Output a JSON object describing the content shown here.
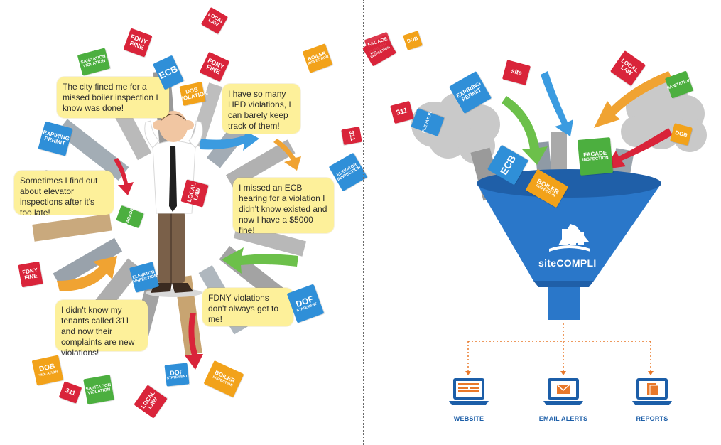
{
  "left_panel": {
    "bubbles": [
      {
        "id": "boiler",
        "text": "The city fined me for a missed boiler inspection I know was done!"
      },
      {
        "id": "hpd",
        "text": "I have so many HPD violations, I can barely keep track of them!"
      },
      {
        "id": "elevator",
        "text": "Sometimes I find out about elevator inspections after it's too late!"
      },
      {
        "id": "ecb",
        "text": "I missed an ECB hearing for a violation I didn't know existed and now I have a $5000 fine!"
      },
      {
        "id": "fdny",
        "text": "FDNY violations don't always get to me!"
      },
      {
        "id": "tenants",
        "text": "I didn't know my tenants called 311 and now their complaints are new violations!"
      }
    ],
    "tags": [
      {
        "id": "sanitation-1",
        "line1": "SANITATION",
        "line2": "VIOLATION",
        "color": "#4caf3f"
      },
      {
        "id": "fdny-fine-1",
        "line1": "FDNY",
        "line2": "FINE",
        "color": "#d9243a"
      },
      {
        "id": "ecb-1",
        "line1": "ECB",
        "line2": "",
        "color": "#2f8fd8"
      },
      {
        "id": "fdny-fine-2",
        "line1": "FDNY",
        "line2": "FINE",
        "color": "#d9243a"
      },
      {
        "id": "local-law-1",
        "line1": "LOCAL",
        "line2": "LAW",
        "color": "#d9243a"
      },
      {
        "id": "dob-1",
        "line1": "DOB",
        "line2": "VIOLATION",
        "color": "#f2a21a"
      },
      {
        "id": "expiring-permit-1",
        "line1": "EXPIRING",
        "line2": "PERMIT",
        "color": "#2f8fd8"
      },
      {
        "id": "facade-1",
        "line1": "FACADE",
        "line2": "",
        "color": "#4caf3f"
      },
      {
        "id": "local-law-2",
        "line1": "LOCAL",
        "line2": "LAW",
        "color": "#d9243a"
      },
      {
        "id": "elevator-1",
        "line1": "ELEVATOR",
        "line2": "INSPECTION",
        "color": "#2f8fd8"
      },
      {
        "id": "fdny-fine-3",
        "line1": "FDNY",
        "line2": "FINE",
        "color": "#d9243a"
      },
      {
        "id": "dof-1",
        "line1": "DOF",
        "line2": "STATEMENT",
        "color": "#2f8fd8"
      },
      {
        "id": "boiler-1",
        "line1": "BOILER",
        "line2": "INSPECTION",
        "color": "#f2a21a"
      },
      {
        "id": "dob-2",
        "line1": "DOB",
        "line2": "VIOLATION",
        "color": "#f2a21a"
      },
      {
        "id": "sanitation-2",
        "line1": "SANITATION",
        "line2": "VIOLATION",
        "color": "#4caf3f"
      },
      {
        "id": "local-law-3",
        "line1": "LOCAL",
        "line2": "LAW",
        "color": "#d9243a"
      },
      {
        "id": "dof-2",
        "line1": "DOF",
        "line2": "STATEMENT",
        "color": "#2f8fd8"
      },
      {
        "id": "t311-1",
        "line1": "311",
        "line2": "",
        "color": "#d9243a"
      },
      {
        "id": "t311-2",
        "line1": "311",
        "line2": "",
        "color": "#d9243a"
      },
      {
        "id": "elevator-2",
        "line1": "ELEVATOR",
        "line2": "INSPECTION",
        "color": "#2f8fd8"
      },
      {
        "id": "boiler-2",
        "line1": "BOILER",
        "line2": "INSPECTION",
        "color": "#f2a21a"
      }
    ]
  },
  "right_panel": {
    "tags": [
      {
        "id": "r-boiler-1",
        "line1": "BOILER",
        "line2": "INSPECTION",
        "color": "#d9243a"
      },
      {
        "id": "r-facade-1",
        "line1": "FACADE",
        "line2": "",
        "color": "#d9243a"
      },
      {
        "id": "r-dob-1",
        "line1": "DOB",
        "line2": "",
        "color": "#f2a21a"
      },
      {
        "id": "r-expiring",
        "line1": "EXPIRING",
        "line2": "PERMIT",
        "color": "#2f8fd8"
      },
      {
        "id": "r-311",
        "line1": "311",
        "line2": "",
        "color": "#d9243a"
      },
      {
        "id": "r-elevator",
        "line1": "ELEVATOR",
        "line2": "",
        "color": "#2f8fd8"
      },
      {
        "id": "r-site",
        "line1": "site",
        "line2": "",
        "color": "#d9243a"
      },
      {
        "id": "r-local-law",
        "line1": "LOCAL",
        "line2": "LAW",
        "color": "#d9243a"
      },
      {
        "id": "r-ecb",
        "line1": "ECB",
        "line2": "",
        "color": "#2f8fd8"
      },
      {
        "id": "r-boiler-2",
        "line1": "BOILER",
        "line2": "INSPECTION",
        "color": "#f2a21a"
      },
      {
        "id": "r-facade-2",
        "line1": "FACADE",
        "line2": "INSPECTION",
        "color": "#4caf3f"
      },
      {
        "id": "r-dob-2",
        "line1": "DOB",
        "line2": "",
        "color": "#f2a21a"
      },
      {
        "id": "r-sanitation",
        "line1": "SANITATION",
        "line2": "",
        "color": "#4caf3f"
      }
    ],
    "logo": {
      "text": "siteCOMPLI"
    },
    "outputs": [
      {
        "id": "website",
        "label": "WEBSITE"
      },
      {
        "id": "email",
        "label": "EMAIL ALERTS"
      },
      {
        "id": "reports",
        "label": "REPORTS"
      }
    ]
  },
  "colors": {
    "funnel": "#2a77c9",
    "funnel_dark": "#1f5fa8",
    "bubble": "#fdf09a",
    "dotted_line": "#e8782a",
    "output_icon": "#1c5ea8",
    "cloud": "#c9c9c9"
  }
}
